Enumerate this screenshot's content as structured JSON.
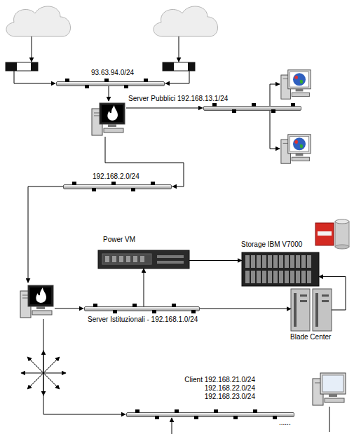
{
  "diagram": {
    "nodes": [
      {
        "text": [
          "93.63.94.0/24"
        ]
      },
      {
        "text": [
          "Server Pubblici 192.168.13.1/24"
        ]
      },
      {
        "text": [
          "192.168.2.0/24"
        ]
      },
      {
        "text": [
          "Power VM"
        ]
      },
      {
        "text": [
          "Storage IBM V7000"
        ]
      },
      {
        "text": [
          "Server Istituzionali - 192.168.1.0/24"
        ]
      },
      {
        "text": [
          "Blade Center"
        ]
      },
      {
        "text": [
          "Client 192.168.21.0/24 192.168.22.0/24 192.168.23.0/24"
        ]
      }
    ],
    "edges": [
      {
        "from": 5,
        "to": 3,
        "arrow": "to"
      },
      {
        "from": 3,
        "to": 4,
        "arrow": "to"
      },
      {
        "from": 5,
        "to": 6,
        "arrow": "to"
      },
      {
        "from": 6,
        "to": 4,
        "arrow": "to"
      }
    ],
    "labels": [
      "......"
    ]
  }
}
